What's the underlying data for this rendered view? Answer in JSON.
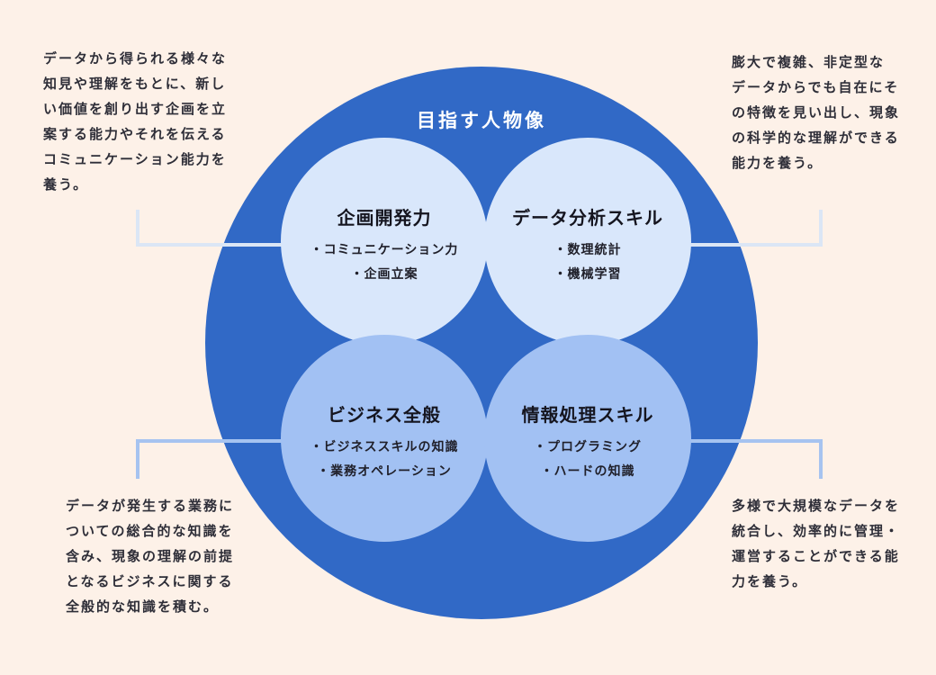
{
  "title": "目指す人物像",
  "colors": {
    "background": "#fdf1e8",
    "main_circle": "#3169c6",
    "skill_circle_light": "#d9e7fb",
    "skill_circle_medium": "#a2c1f3",
    "connector_light": "#dbe6f5",
    "connector_medium": "#a6c3f0",
    "title_text": "#ffffff",
    "body_text": "#2e2e38"
  },
  "skills": {
    "planning": {
      "heading": "企画開発力",
      "bullets": [
        "・コミュニケーション力",
        "・企画立案"
      ]
    },
    "data_analysis": {
      "heading": "データ分析スキル",
      "bullets": [
        "・数理統計",
        "・機械学習"
      ]
    },
    "business": {
      "heading": "ビジネス全般",
      "bullets": [
        "・ビジネススキルの知識",
        "・業務オペレーション"
      ]
    },
    "info_processing": {
      "heading": "情報処理スキル",
      "bullets": [
        "・プログラミング",
        "・ハードの知識"
      ]
    }
  },
  "notes": {
    "top_left": {
      "lines": [
        "データから得られる様々な",
        "知見や理解をもとに、新し",
        "い価値を創り出す企画を立",
        "案する能力やそれを伝える",
        "コミュニケーション能力を",
        "養う。"
      ]
    },
    "top_right": {
      "lines": [
        "膨大で複雑、非定型な",
        "データからでも自在にそ",
        "の特徴を見い出し、現象",
        "の科学的な理解ができる",
        "能力を養う。"
      ]
    },
    "bottom_left": {
      "lines": [
        "データが発生する業務に",
        "ついての総合的な知識を",
        "含み、現象の理解の前提",
        "となるビジネスに関する",
        "全般的な知識を積む。"
      ]
    },
    "bottom_right": {
      "lines": [
        "多様で大規模なデータを",
        "統合し、効率的に管理・",
        "運営することができる能",
        "力を養う。"
      ]
    }
  }
}
